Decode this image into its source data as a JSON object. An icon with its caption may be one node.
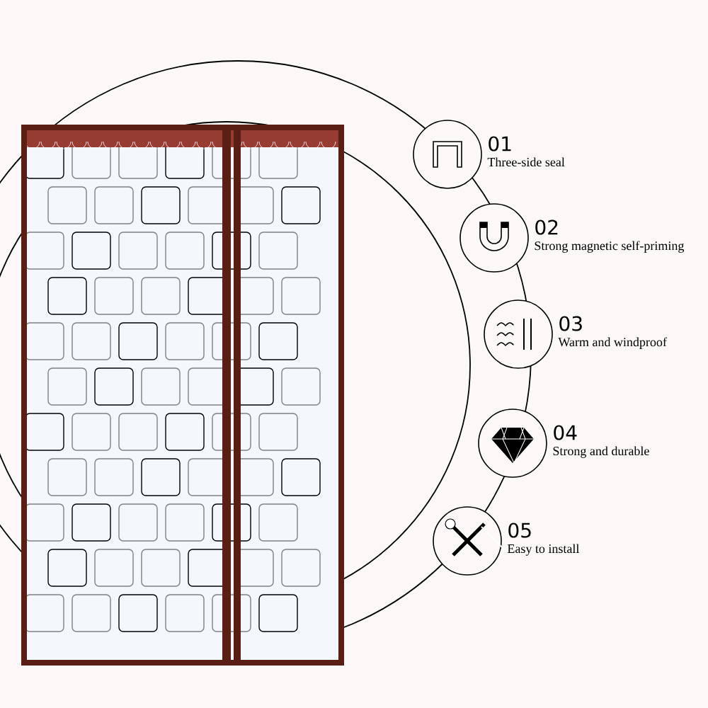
{
  "diagram": {
    "nodes": [
      {
        "text": [],
        "shape": "circle",
        "beside": [
          "01",
          "Three-side seal"
        ]
      },
      {
        "text": [],
        "shape": "circle",
        "beside": [
          "02",
          "Strong magnetic self-priming"
        ]
      },
      {
        "text": [],
        "shape": "circle",
        "beside": [
          "03",
          "Warm and windproof"
        ]
      },
      {
        "text": [],
        "shape": "circle",
        "beside": [
          "04",
          "Strong and durable"
        ]
      },
      {
        "text": [],
        "shape": "circle",
        "beside": [
          "05",
          "Easy to install"
        ]
      }
    ]
  }
}
